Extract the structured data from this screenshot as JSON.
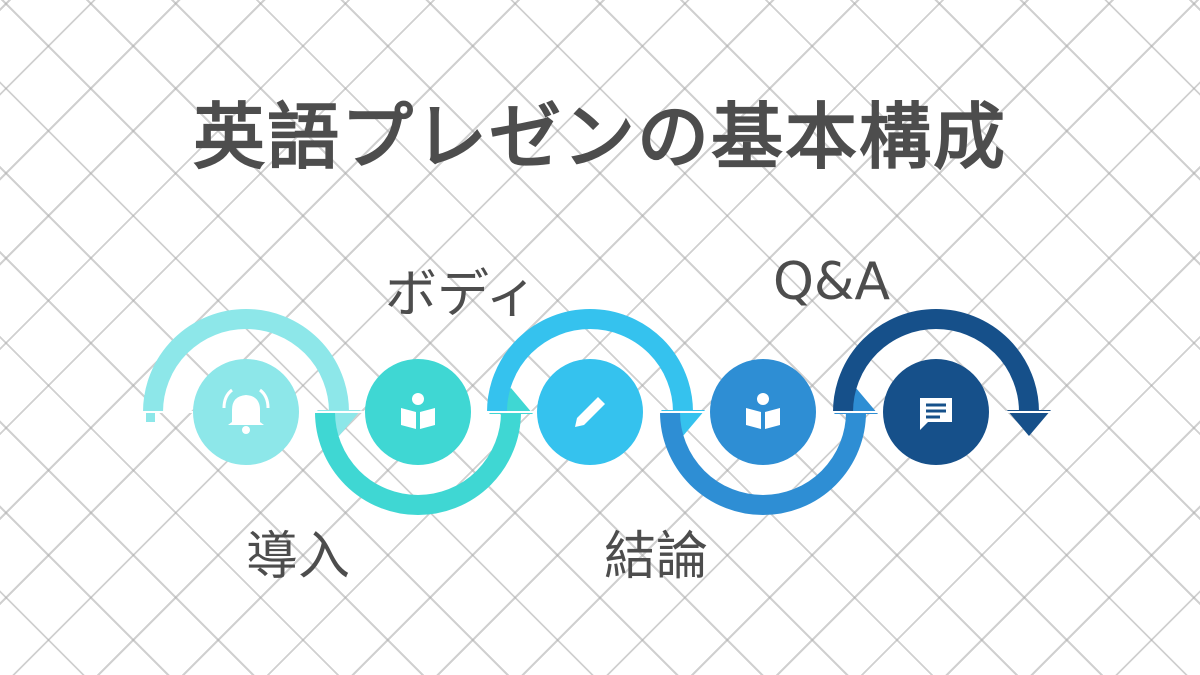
{
  "title": "英語プレゼンの基本構成",
  "steps": [
    {
      "label": "導入",
      "icon": "bell-icon",
      "color": "#8de7e9"
    },
    {
      "label": "ボディ",
      "icon": "open-book-icon",
      "color": "#3fd7d3"
    },
    {
      "label": "結論",
      "icon": "pencil-icon",
      "color": "#35c2ee"
    },
    {
      "label": "Q&A",
      "icon": "open-book-icon",
      "color": "#2e8ed4"
    },
    {
      "label": "",
      "icon": "message-icon",
      "color": "#16508a"
    }
  ],
  "colors": {
    "text": "#4d4d4d",
    "icon": "#ffffff",
    "background": "#ffffff"
  }
}
